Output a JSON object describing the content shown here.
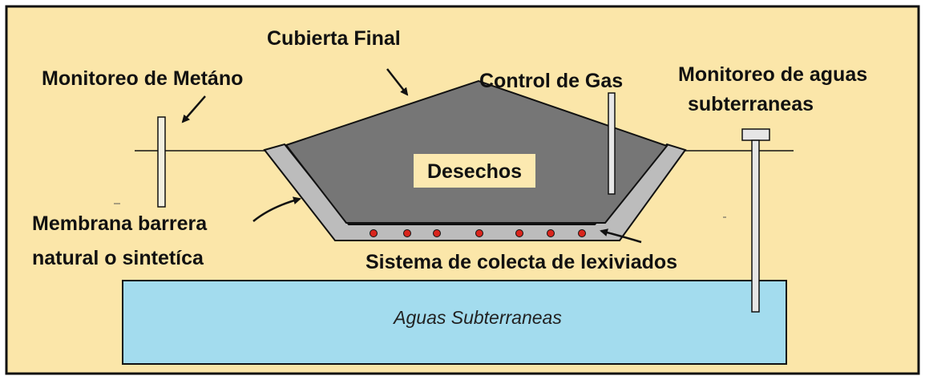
{
  "colors": {
    "background": "#fbe6a9",
    "waste": "#767676",
    "liner": "#bcbcbc",
    "water": "#a3dcee",
    "label_box": "#fce9b0",
    "leachate_dot": "#d9251c",
    "outline": "#111111"
  },
  "labels": {
    "methane_monitoring": "Monitoreo de Metáno",
    "final_cover": "Cubierta Final",
    "gas_control": "Control  de Gas",
    "groundwater_monitoring_line1": "Monitoreo de aguas",
    "groundwater_monitoring_line2": "subterraneas",
    "waste": "Desechos",
    "barrier_line1": "Membrana barrera",
    "barrier_line2": "natural o sintetíca",
    "leachate_system": "Sistema de colecta de lexiviados",
    "groundwater": "Aguas Subterraneas"
  },
  "icons": {
    "arrow": "arrow-icon",
    "pipe": "pipe-icon",
    "well": "monitoring-well-icon",
    "dot": "leachate-pipe-dot-icon"
  }
}
